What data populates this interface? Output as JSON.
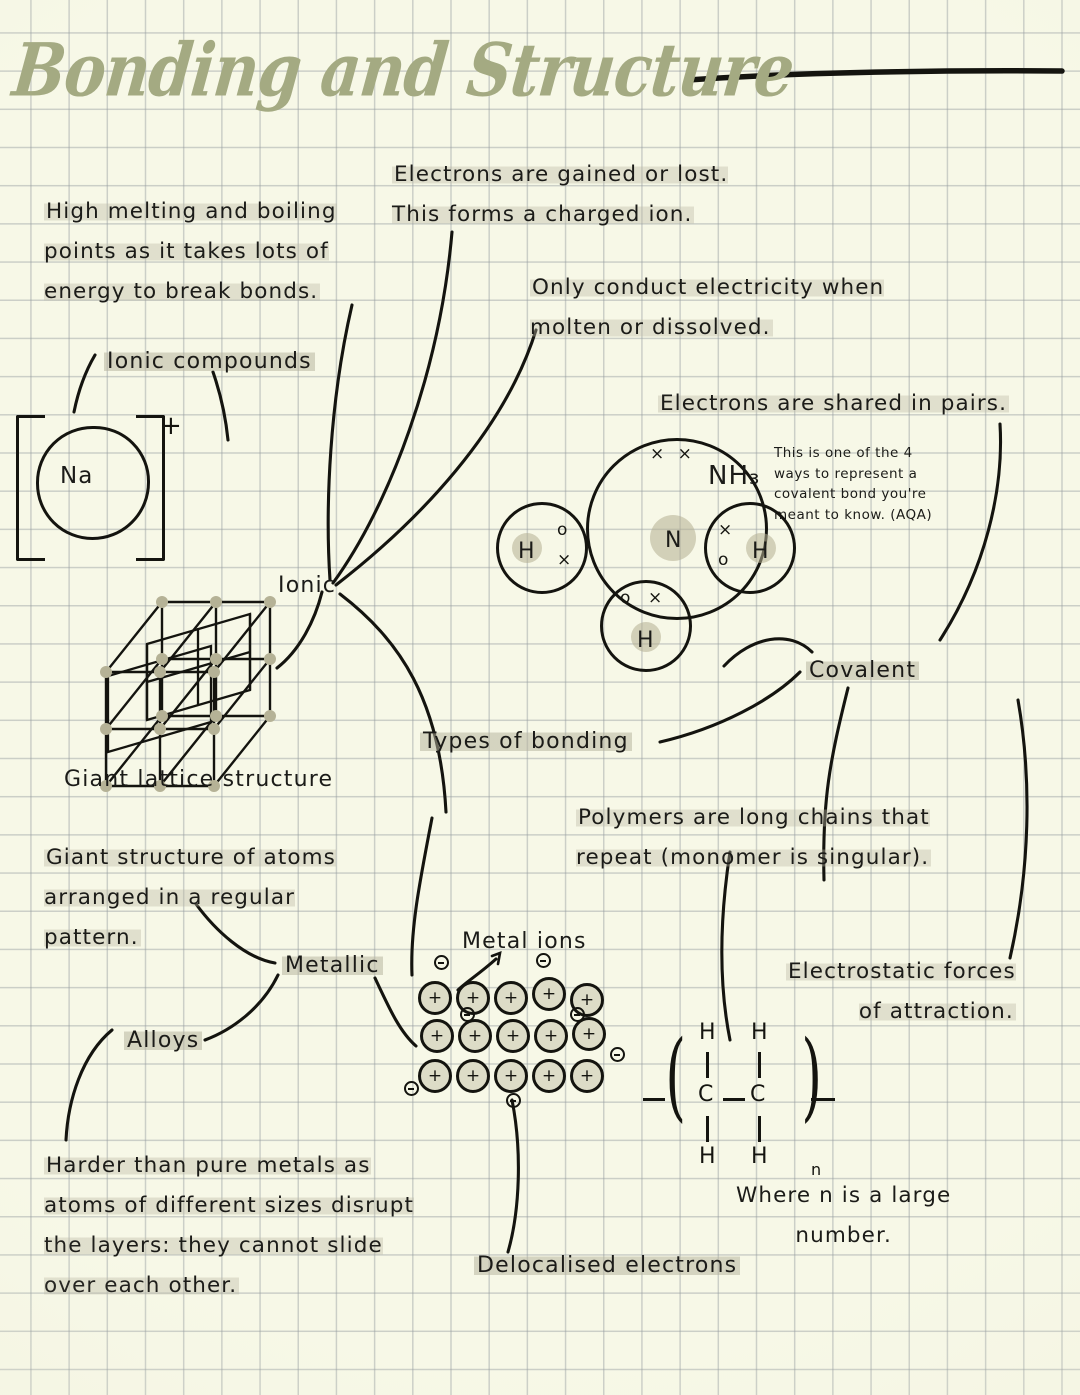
{
  "page": {
    "title": "Bonding and Structure",
    "title_color": "#a4aa82"
  },
  "central_node": {
    "label": "Types of bonding"
  },
  "branches": {
    "ionic": {
      "label": "Ionic"
    },
    "covalent": {
      "label": "Covalent"
    },
    "metallic": {
      "label": "Metallic"
    },
    "alloys": {
      "label": "Alloys"
    }
  },
  "notes": {
    "ionic_mp": "High melting and boiling\npoints as it takes lots of\nenergy to break bonds.",
    "ionic_electrons": "Electrons are gained or lost.\nThis forms a charged ion.",
    "ionic_conduct": "Only conduct electricity when\nmolten or dissolved.",
    "ionic_compounds_label": "Ionic compounds",
    "giant_lattice_label": "Giant lattice structure",
    "covalent_shared": "Electrons are shared in pairs.",
    "covalent_aqa": "This is one of the 4\nways to represent a\ncovalent bond you're\nmeant to know. (AQA)",
    "polymers": "Polymers are long chains that\nrepeat (monomer is singular).",
    "electrostatic": "Electrostatic forces\nof attraction.",
    "metallic_giant": "Giant structure of atoms\narranged in a regular\npattern.",
    "alloys_hard": "Harder than pure metals as\natoms of different sizes disrupt\nthe layers: they cannot slide\nover each other.",
    "metal_ions_label": "Metal ions",
    "delocalised_label": "Delocalised electrons",
    "where_n": "Where n is a large\nnumber."
  },
  "diagrams": {
    "na_ion": {
      "symbol": "Na",
      "charge": "+",
      "name": "sodium-ion-dot-diagram"
    },
    "nh3": {
      "formula": "NH₃",
      "central_atom": "N",
      "outer_atoms": [
        "H",
        "H",
        "H"
      ],
      "lone_pair": "× ×",
      "bond_pairs": [
        {
          "dot": "o",
          "cross": "×"
        },
        {
          "dot": "o",
          "cross": "×"
        },
        {
          "dot": "o",
          "cross": "×"
        }
      ]
    },
    "metal_lattice": {
      "ion_charge": "+",
      "electron_charge": "−",
      "rows": 3,
      "cols": 5
    },
    "polymer_unit": {
      "top_atoms": [
        "H",
        "H"
      ],
      "backbone": [
        "C",
        "C"
      ],
      "bottom_atoms": [
        "H",
        "H"
      ],
      "subscript": "n"
    }
  },
  "colors": {
    "paper": "#f7f8e7",
    "grid_line": "#969da0",
    "ink": "#1b1b18",
    "title_green": "#a4aa82",
    "highlight": "#b5b29d",
    "lattice_node": "#b5b296",
    "metal_ion_fill": "#dddcc7"
  }
}
